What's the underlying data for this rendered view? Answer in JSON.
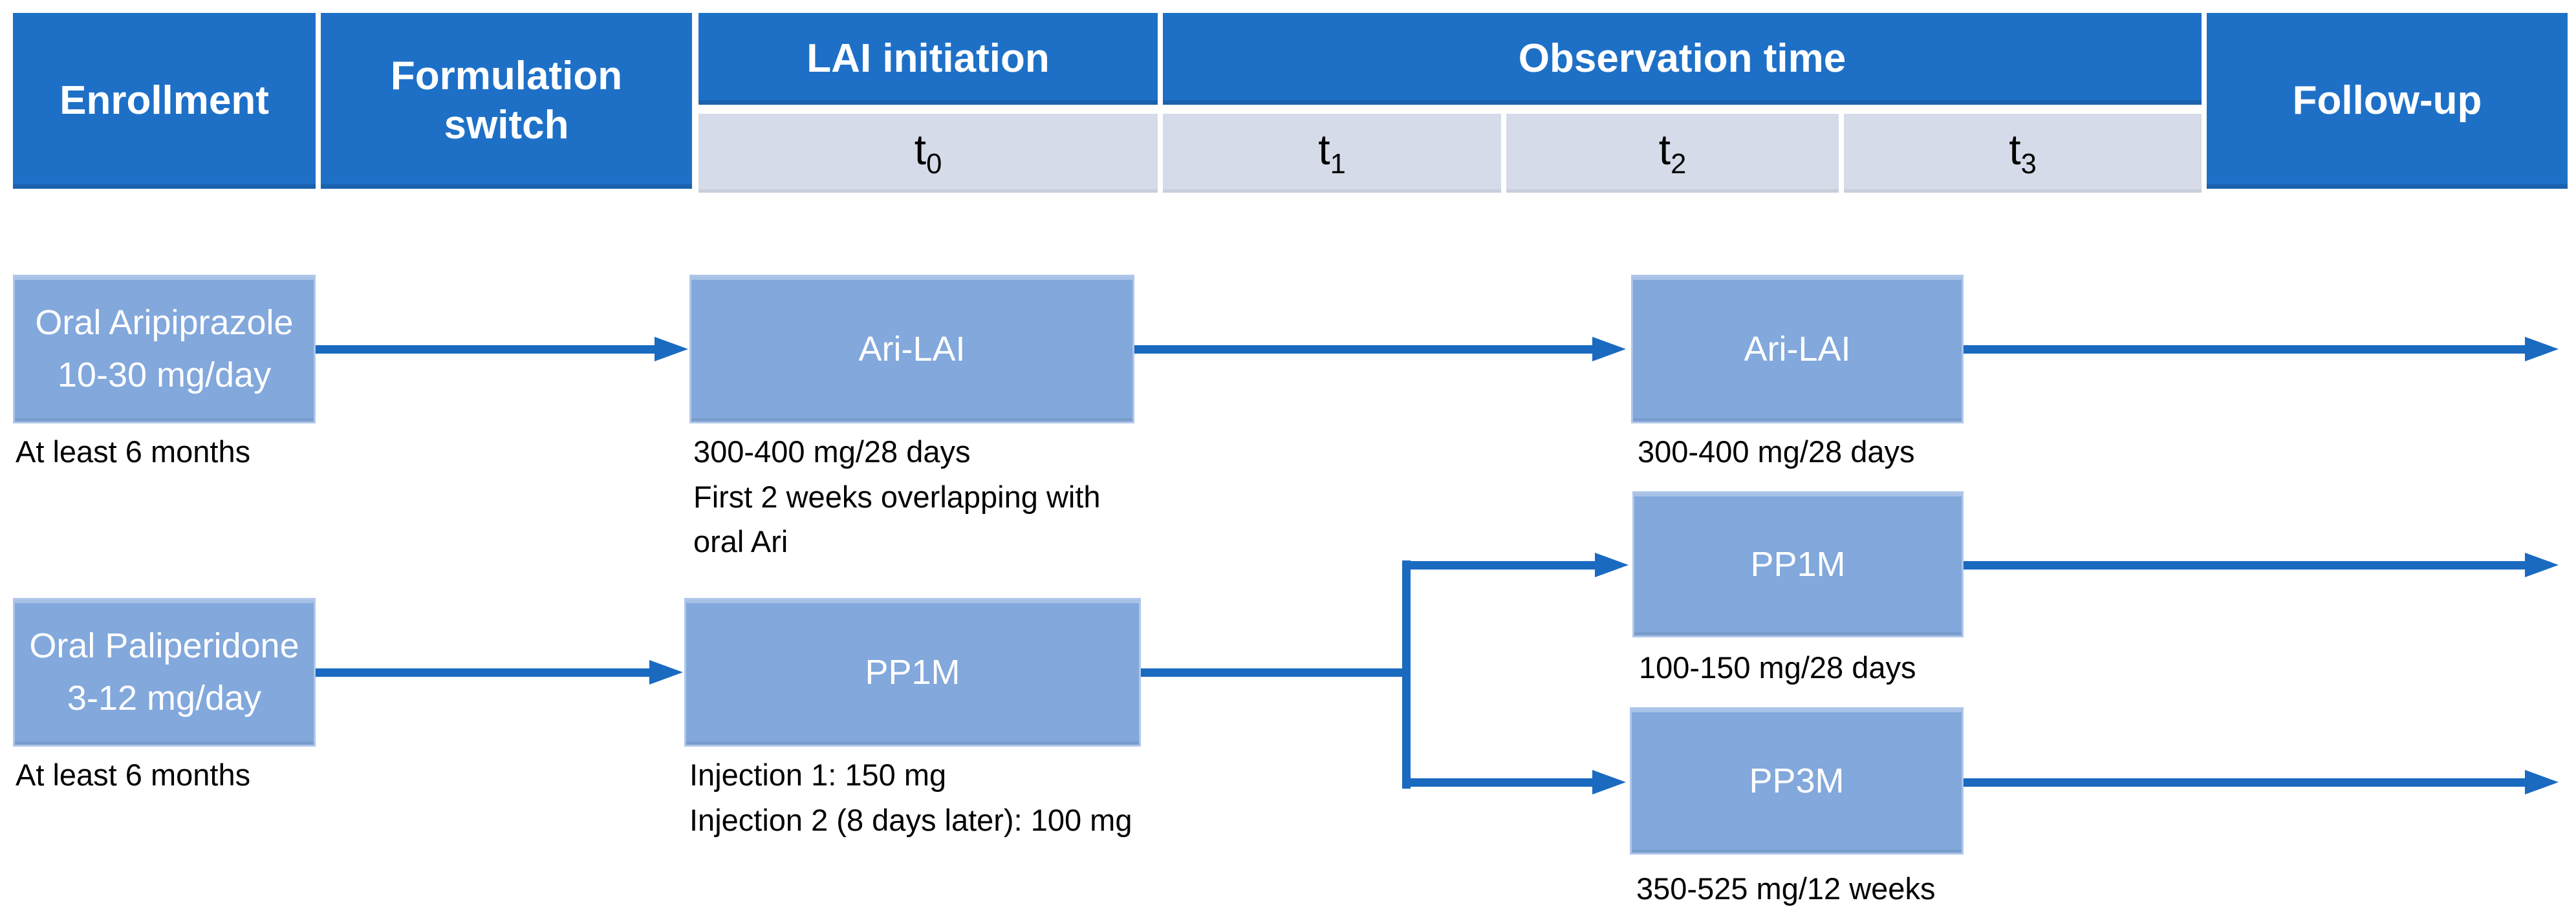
{
  "palette": {
    "header_blue": "#1E70C7",
    "timepoint_lavender": "#D5DBE8",
    "flow_box_blue": "#82A8DC",
    "arrow_blue": "#1A6AC0",
    "caption_black": "#000000",
    "header_text_white": "#FFFFFF"
  },
  "header": {
    "phases": {
      "enrollment": "Enrollment",
      "formulation_switch": "Formulation switch",
      "lai_initiation": "LAI initiation",
      "observation_time": "Observation time",
      "follow_up": "Follow-up"
    },
    "timepoints": [
      {
        "base": "t",
        "sub": "0"
      },
      {
        "base": "t",
        "sub": "1"
      },
      {
        "base": "t",
        "sub": "2"
      },
      {
        "base": "t",
        "sub": "3"
      }
    ]
  },
  "aripiprazole_row": {
    "source_box": {
      "line1": "Oral Aripiprazole",
      "line2": "10-30 mg/day"
    },
    "source_note": "At least 6 months",
    "initiation_box": "Ari-LAI",
    "initiation_caption_lines": [
      "300-400 mg/28 days",
      "First 2 weeks overlapping with",
      "oral Ari"
    ],
    "maintenance_box": "Ari-LAI",
    "maintenance_caption": "300-400 mg/28 days"
  },
  "paliperidone_row": {
    "source_box": {
      "line1": "Oral Paliperidone",
      "line2": "3-12 mg/day"
    },
    "source_note": "At least 6 months",
    "initiation_box": "PP1M",
    "initiation_caption_lines": [
      "Injection 1: 150 mg",
      "Injection 2 (8 days later): 100 mg"
    ],
    "pp1m_branch_box": "PP1M",
    "pp1m_branch_caption": "100-150 mg/28 days",
    "pp3m_branch_box": "PP3M",
    "pp3m_branch_caption": "350-525 mg/12 weeks"
  }
}
